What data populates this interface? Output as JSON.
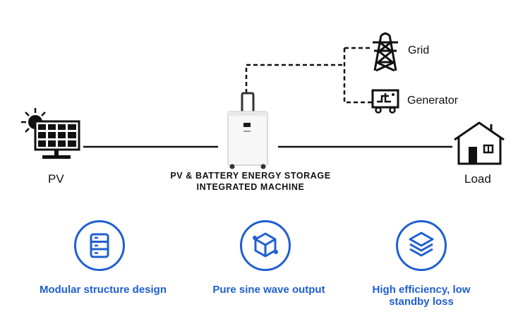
{
  "nodes": {
    "pv": "PV",
    "grid": "Grid",
    "generator": "Generator",
    "load": "Load",
    "machine_line1": "PV & BATTERY ENERGY STORAGE",
    "machine_line2": "INTEGRATED MACHINE"
  },
  "features": [
    {
      "icon": "server-rack-icon",
      "label": "Modular structure design"
    },
    {
      "icon": "cube-icon",
      "label": "Pure sine wave output"
    },
    {
      "icon": "layers-icon",
      "label_line1": "High efficiency, low",
      "label_line2": "standby loss"
    }
  ],
  "colors": {
    "accent": "#1f5fd0",
    "line": "#111111"
  }
}
